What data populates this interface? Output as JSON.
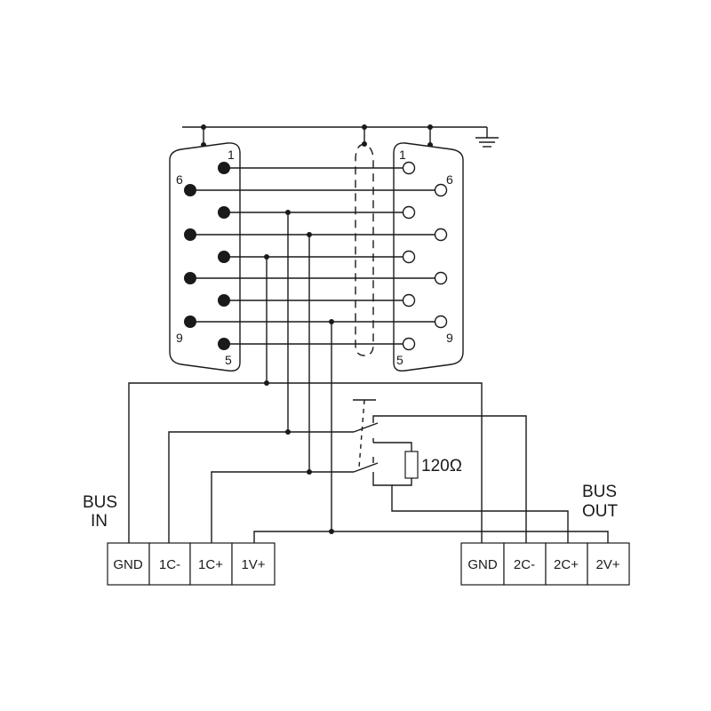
{
  "left_connector": {
    "pin_labels": {
      "top_row_first": "1",
      "bottom_row_first": "6",
      "bottom_row_last": "9",
      "top_row_last": "5"
    }
  },
  "right_connector": {
    "pin_labels": {
      "top_row_first": "1",
      "bottom_row_first": "6",
      "bottom_row_last": "9",
      "top_row_last": "5"
    }
  },
  "resistor": {
    "label": "120Ω"
  },
  "bus_in": {
    "label_line1": "BUS",
    "label_line2": "IN",
    "terminals": [
      "GND",
      "1C-",
      "1C+",
      "1V+"
    ]
  },
  "bus_out": {
    "label_line1": "BUS",
    "label_line2": "OUT",
    "terminals": [
      "GND",
      "2C-",
      "2C+",
      "2V+"
    ]
  },
  "colors": {
    "line": "#1a1a1a",
    "background": "#ffffff"
  }
}
